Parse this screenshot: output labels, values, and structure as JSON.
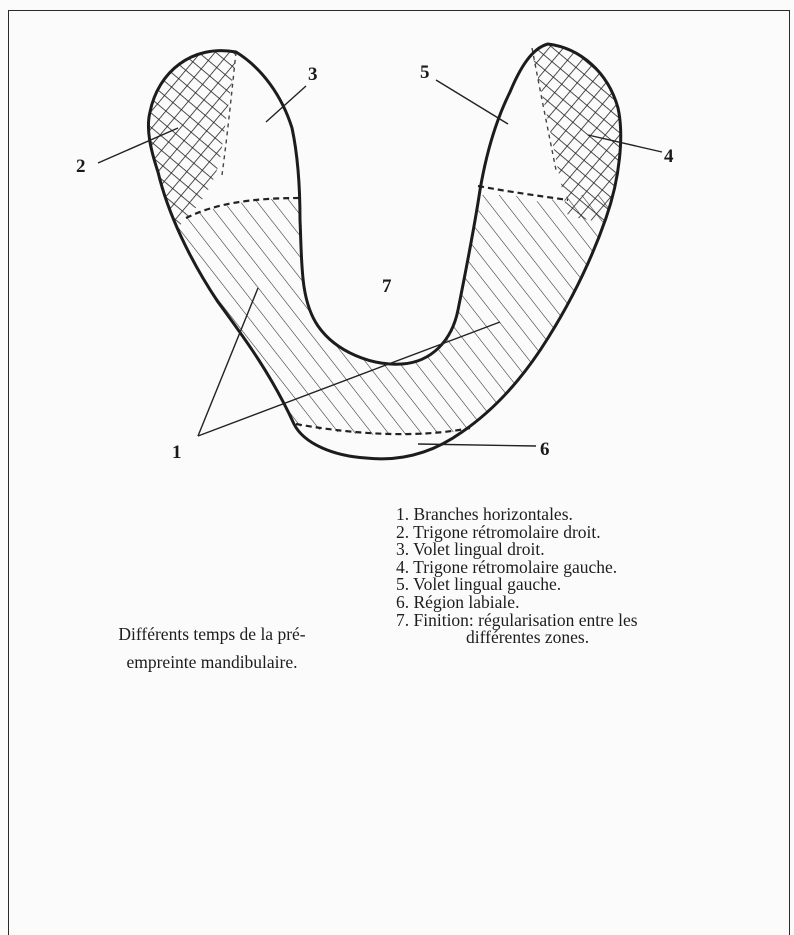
{
  "diagram": {
    "labels": {
      "zone1": "1",
      "zone2": "2",
      "zone3": "3",
      "zone4": "4",
      "zone5": "5",
      "zone6": "6",
      "zone7": "7"
    }
  },
  "legend": {
    "items": [
      "1. Branches horizontales.",
      "2. Trigone rétromolaire droit.",
      "3. Volet lingual droit.",
      "4. Trigone rétromolaire gauche.",
      "5. Volet lingual gauche.",
      "6. Région labiale.",
      "7. Finition: régularisation entre les"
    ],
    "item7_continuation": "différentes zones."
  },
  "caption": {
    "line1": "Différents temps de la pré-",
    "line2": "empreinte mandibulaire."
  }
}
